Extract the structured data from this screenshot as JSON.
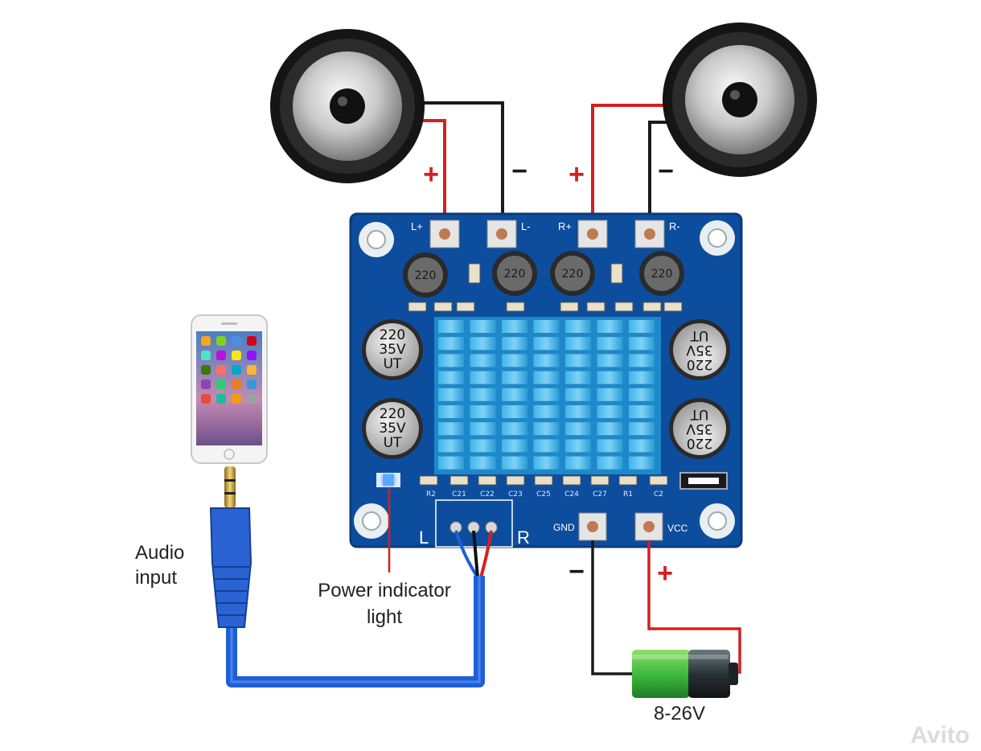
{
  "labels": {
    "audio_input": [
      "Audio",
      "input"
    ],
    "power_indicator": [
      "Power indicator",
      "light"
    ],
    "voltage": "8-26V"
  },
  "wire_signs": {
    "left_plus": "+",
    "left_minus": "−",
    "right_plus": "+",
    "right_minus": "−",
    "gnd_minus": "−",
    "vcc_plus": "+"
  },
  "board": {
    "terminals": [
      "L+",
      "L-",
      "R+",
      "R-"
    ],
    "power_terminals": [
      "GND",
      "VCC"
    ],
    "input_labels": [
      "L",
      "R"
    ],
    "cap_marking": [
      "220",
      "35V",
      "UT"
    ],
    "inductor_marking": "220",
    "smd_labels": [
      "R2",
      "C21",
      "C22",
      "C23",
      "C25",
      "C24",
      "C27",
      "R1",
      "C2"
    ]
  },
  "watermark": "Avito",
  "colors": {
    "board": "#0d4d9e",
    "heatsink": "#32a8e0",
    "wire_red": "#d42020",
    "wire_black": "#1a1a1a",
    "cable_blue": "#1f5fd6",
    "battery_green": "#3dbb3d",
    "led": "#5aa9ff"
  },
  "icons": [
    "speaker-icon",
    "smartphone-icon",
    "audio-jack-icon",
    "battery-icon"
  ]
}
